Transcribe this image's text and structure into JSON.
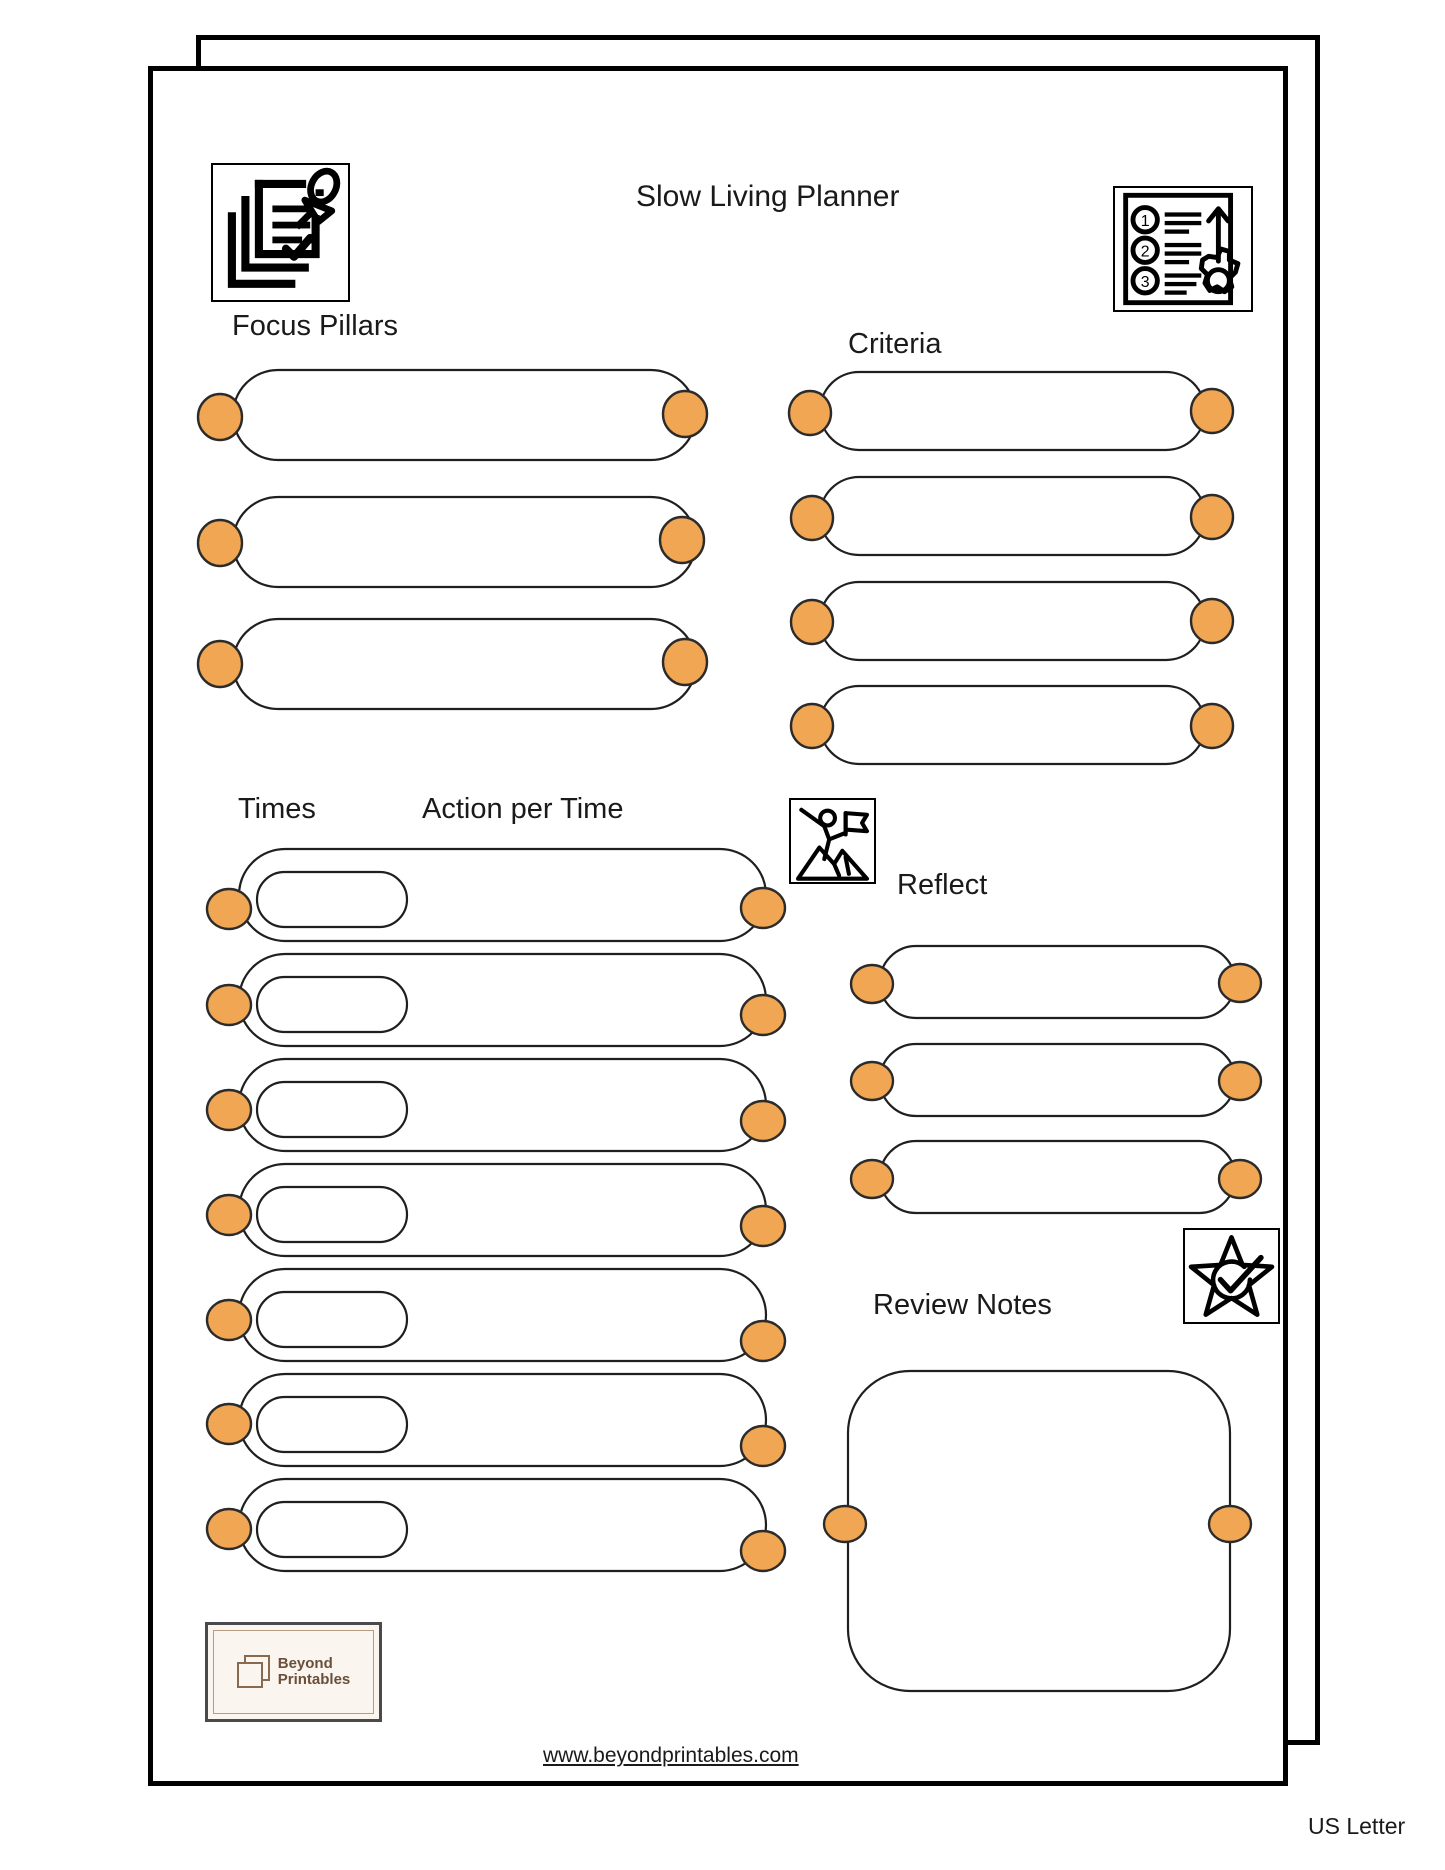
{
  "document": {
    "title": "Slow Living Planner",
    "paper_size": "US Letter",
    "footer_url": "www.beyondprintables.com"
  },
  "brand": {
    "line1": "Beyond",
    "line2": "Printables"
  },
  "colors": {
    "accent_orange": "#F0A653",
    "accent_orange_stroke": "#2b2b2b",
    "outline": "#1f1f1f",
    "page_border": "#000000",
    "brand_bg": "#faf5ef",
    "brand_text": "#6b4f3a",
    "brand_border": "#b89b80"
  },
  "sections": [
    {
      "id": "focus-pillars",
      "heading": "Focus Pillars",
      "icon": "pinned-checklist-icon",
      "field_count": 3,
      "field_style": "pill"
    },
    {
      "id": "criteria",
      "heading": "Criteria",
      "icon": "numbered-list-gear-icon",
      "field_count": 4,
      "field_style": "pill"
    },
    {
      "id": "times",
      "heading": "Times",
      "icon": "",
      "field_count": 7,
      "field_style": "inner-pill"
    },
    {
      "id": "action-per-time",
      "heading": "Action per Time",
      "icon": "summit-flag-icon",
      "field_count": 7,
      "field_style": "pill"
    },
    {
      "id": "reflect",
      "heading": "Reflect",
      "icon": "summit-flag-icon",
      "field_count": 3,
      "field_style": "pill"
    },
    {
      "id": "review-notes",
      "heading": "Review Notes",
      "icon": "star-check-icon",
      "field_count": 1,
      "field_style": "large-box"
    }
  ],
  "chart_data": {
    "type": "table",
    "title": "Slow Living Planner",
    "note": "Printable planner form; all entry fields are blank.",
    "groups": [
      {
        "name": "Focus Pillars",
        "rows": 3,
        "values": [
          "",
          "",
          ""
        ]
      },
      {
        "name": "Criteria",
        "rows": 4,
        "values": [
          "",
          "",
          "",
          ""
        ]
      },
      {
        "name": "Times",
        "rows": 7,
        "values": [
          "",
          "",
          "",
          "",
          "",
          "",
          ""
        ]
      },
      {
        "name": "Action per Time",
        "rows": 7,
        "values": [
          "",
          "",
          "",
          "",
          "",
          "",
          ""
        ]
      },
      {
        "name": "Reflect",
        "rows": 3,
        "values": [
          "",
          "",
          ""
        ]
      },
      {
        "name": "Review Notes",
        "rows": 1,
        "values": [
          ""
        ]
      }
    ]
  }
}
